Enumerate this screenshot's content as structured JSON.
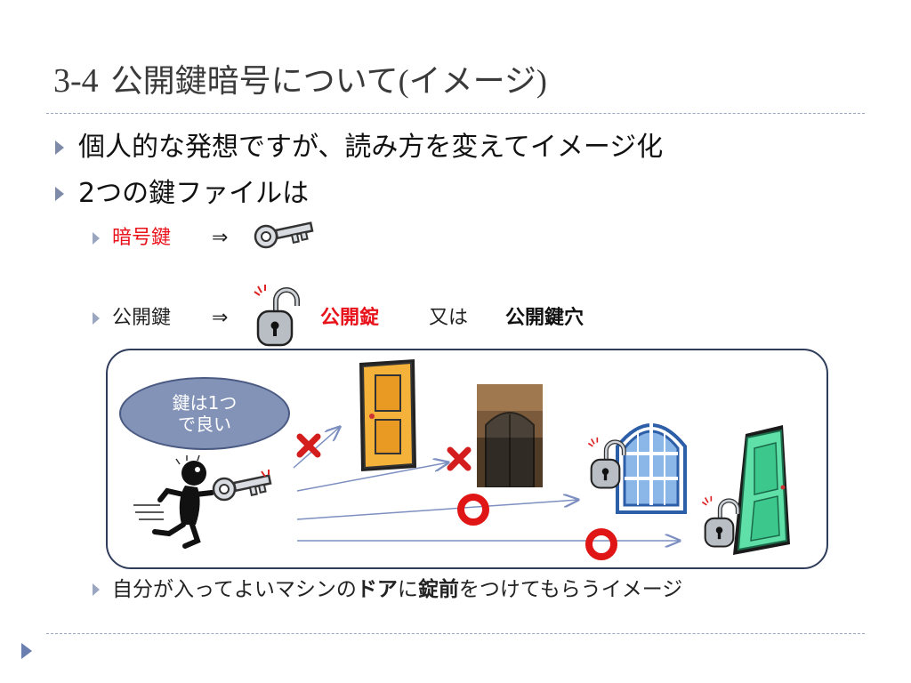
{
  "slide": {
    "title_num": "3-4",
    "title_text": "公開鍵暗号について",
    "title_paren_open": "(",
    "title_paren_text": "イメージ",
    "title_paren_close": ")"
  },
  "bullets": {
    "b1": "個人的な発想ですが、読み方を変えてイメージ化",
    "b2": "2つの鍵ファイルは",
    "sub1_label": "暗号鍵",
    "sub1_arrow": "⇒",
    "sub2_label": "公開鍵",
    "sub2_arrow": "⇒",
    "sub2_red": "公開錠",
    "sub2_or": "又は",
    "sub2_bold": "公開鍵穴",
    "sub3_part1": "自分が入ってよいマシンの",
    "sub3_bold1": "ドア",
    "sub3_part2": "に",
    "sub3_bold2": "錠前",
    "sub3_part3": "をつけてもらうイメージ"
  },
  "bubble": {
    "line1": "鍵は1つ",
    "line2": "で良い"
  },
  "colors": {
    "accent_red": "#e8121b",
    "box_border": "#2f3c5a",
    "bubble_fill": "#8393b8",
    "arrow_line": "#7c8fc0"
  },
  "icons": [
    "key-icon",
    "open-padlock-icon",
    "running-person-icon",
    "door-icon",
    "arched-door-photo",
    "window-icon",
    "green-door-icon",
    "cross-mark-icon",
    "circle-mark-icon"
  ]
}
